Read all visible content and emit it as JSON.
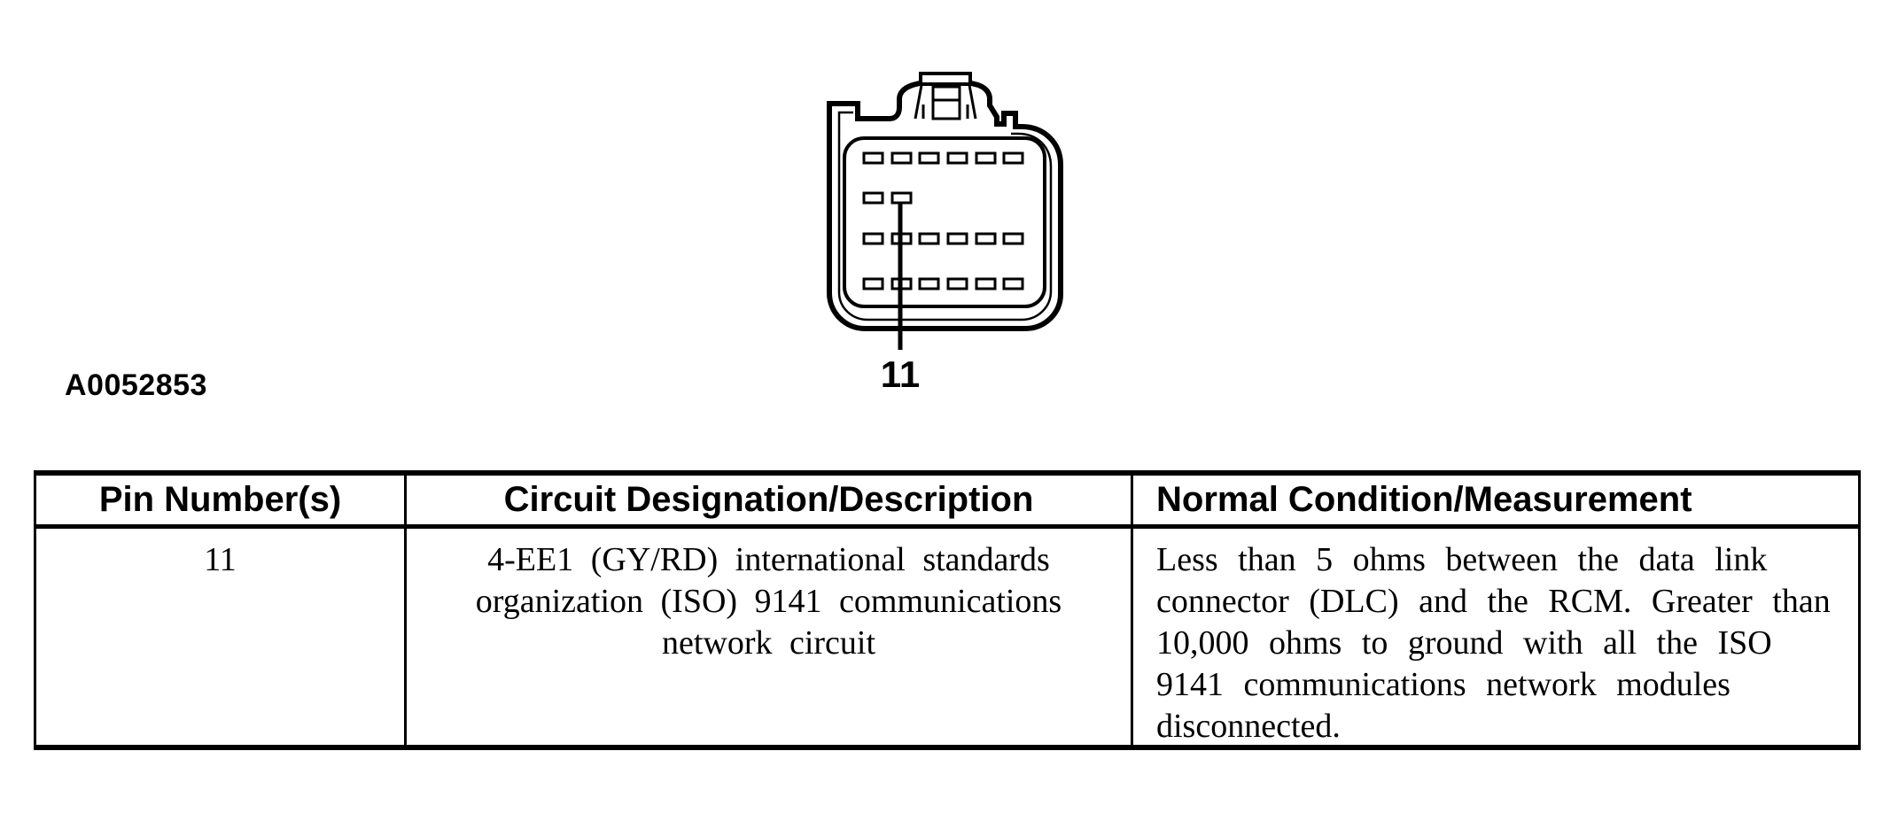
{
  "page": {
    "background": "#ffffff",
    "ink": "#000000"
  },
  "figure": {
    "figure_id": "A0052853",
    "type": "connector-pinout-front-view",
    "connector": {
      "pin_label": "11",
      "pin_rows": [
        6,
        2,
        6,
        6
      ],
      "highlighted_pin": "11"
    }
  },
  "table": {
    "headers": [
      "Pin Number(s)",
      "Circuit Designation/Description",
      "Normal Condition/Measurement"
    ],
    "rows": [
      {
        "pin_number": "11",
        "circuit_lines": [
          "4-EE1 (GY/RD) international standards",
          "organization (ISO) 9141 communications",
          "network circuit"
        ],
        "condition_lines": [
          "Less than 5 ohms between the data link",
          "connector (DLC) and the RCM. Greater than",
          "10,000 ohms to ground with all the ISO",
          "9141 communications network modules",
          "disconnected."
        ]
      }
    ]
  }
}
